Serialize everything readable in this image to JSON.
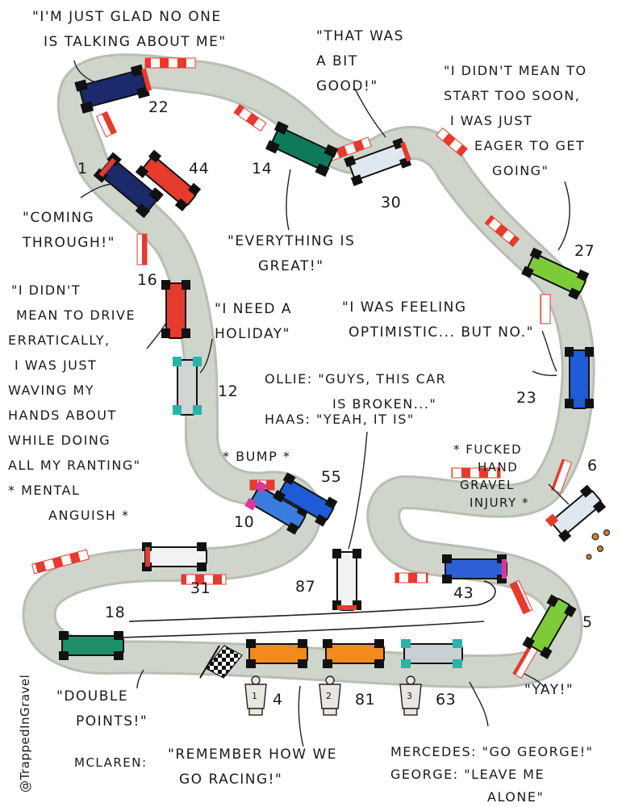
{
  "credit": "@TrappedInGravel",
  "colors": {
    "track": "#c9cfc6",
    "track_edge": "#b8beb3",
    "kerb_red": "#e53b2f",
    "outline": "#111111"
  },
  "quotes": {
    "top_left": [
      "\"I'M JUST GLAD NO ONE",
      "IS TALKING ABOUT ME\""
    ],
    "top_middle": [
      "\"THAT WAS",
      "A BIT",
      "GOOD!\""
    ],
    "top_right": [
      "\"I DIDN'T MEAN TO",
      "START TOO SOON,",
      "I WAS JUST",
      "EAGER TO GET",
      "GOING\""
    ],
    "coming_through": [
      "\"COMING",
      "THROUGH!\""
    ],
    "everything_great": [
      "\"EVERYTHING IS",
      "GREAT!\""
    ],
    "left_rant": [
      "\"I DIDN'T",
      "MEAN TO DRIVE",
      "ERRATICALLY,",
      "I WAS JUST",
      "WAVING MY",
      "HANDS ABOUT",
      "WHILE DOING",
      "ALL MY RANTING\"",
      "* MENTAL",
      "ANGUISH *"
    ],
    "holiday": [
      "\"I NEED A",
      "HOLIDAY\""
    ],
    "optimistic": [
      "\"I WAS FEELING",
      "OPTIMISTIC... BUT NO.\""
    ],
    "ollie": [
      "OLLIE: \"GUYS, THIS CAR",
      "IS BROKEN...\""
    ],
    "haas": "HAAS: \"YEAH, IT IS\"",
    "bump": "* BUMP *",
    "injury": [
      "* FUCKED",
      "HAND",
      "GRAVEL",
      "INJURY *"
    ],
    "double_points": [
      "\"DOUBLE",
      "POINTS!\""
    ],
    "yay": "\"YAY!\"",
    "mclaren_label": "MCLAREN:",
    "mclaren_quote": [
      "\"REMEMBER HOW WE",
      "GO RACING!\""
    ],
    "mercedes": "MERCEDES: \"GO GEORGE!\"",
    "george": [
      "GEORGE: \"LEAVE ME",
      "ALONE\""
    ]
  },
  "car_numbers": {
    "n22": "22",
    "n44": "44",
    "n1": "1",
    "n14": "14",
    "n30": "30",
    "n27": "27",
    "n16": "16",
    "n12": "12",
    "n23": "23",
    "n55": "55",
    "n10": "10",
    "n6": "6",
    "n31": "31",
    "n87": "87",
    "n43": "43",
    "n18": "18",
    "n5": "5"
  },
  "podium": [
    {
      "place": "1",
      "number": "4"
    },
    {
      "place": "2",
      "number": "81"
    },
    {
      "place": "3",
      "number": "63"
    }
  ]
}
